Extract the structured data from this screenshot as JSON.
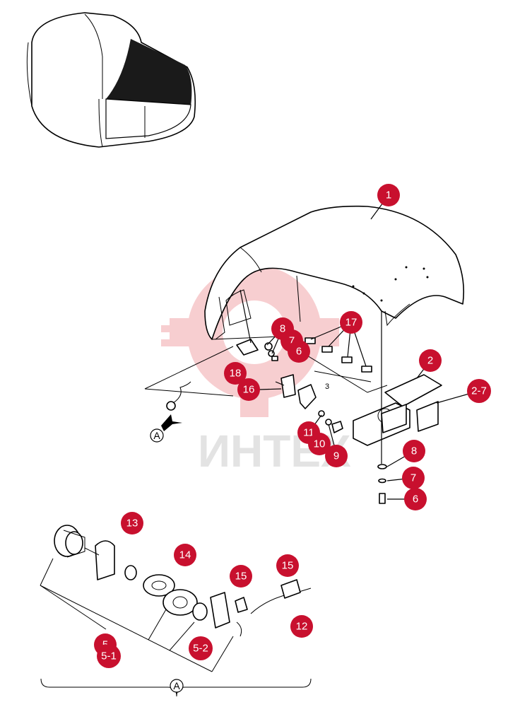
{
  "watermark": {
    "text": "ИНТЕХ"
  },
  "view_marker": "A",
  "callouts": [
    {
      "id": "c1",
      "label": "1"
    },
    {
      "id": "c2",
      "label": "2"
    },
    {
      "id": "c27",
      "label": "2-7"
    },
    {
      "id": "c17",
      "label": "17"
    },
    {
      "id": "c8a",
      "label": "8"
    },
    {
      "id": "c7a",
      "label": "7"
    },
    {
      "id": "c6a",
      "label": "6"
    },
    {
      "id": "c18",
      "label": "18"
    },
    {
      "id": "c16",
      "label": "16"
    },
    {
      "id": "c11",
      "label": "11"
    },
    {
      "id": "c10",
      "label": "10"
    },
    {
      "id": "c9",
      "label": "9"
    },
    {
      "id": "c8b",
      "label": "8"
    },
    {
      "id": "c7b",
      "label": "7"
    },
    {
      "id": "c6b",
      "label": "6"
    },
    {
      "id": "c13",
      "label": "13"
    },
    {
      "id": "c14",
      "label": "14"
    },
    {
      "id": "c15a",
      "label": "15"
    },
    {
      "id": "c15b",
      "label": "15"
    },
    {
      "id": "c12",
      "label": "12"
    },
    {
      "id": "c5",
      "label": "5"
    },
    {
      "id": "c51",
      "label": "5-1"
    },
    {
      "id": "c52",
      "label": "5-2"
    }
  ],
  "small_labels": {
    "l3": "3"
  }
}
